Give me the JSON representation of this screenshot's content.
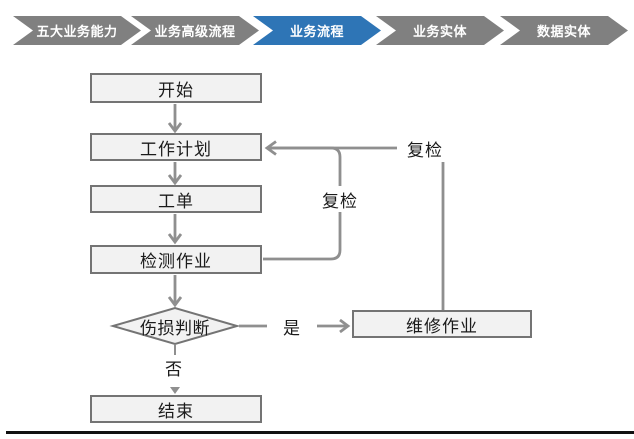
{
  "nav": {
    "active_color": "#2E75B6",
    "inactive_color": "#808080",
    "items": [
      {
        "label": "五大业务能力",
        "active": false
      },
      {
        "label": "业务高级流程",
        "active": false
      },
      {
        "label": "业务流程",
        "active": true
      },
      {
        "label": "业务实体",
        "active": false
      },
      {
        "label": "数据实体",
        "active": false
      }
    ]
  },
  "flowchart": {
    "nodes": [
      {
        "id": "start",
        "label": "开始",
        "type": "process"
      },
      {
        "id": "work-plan",
        "label": "工作计划",
        "type": "process"
      },
      {
        "id": "work-order",
        "label": "工单",
        "type": "process"
      },
      {
        "id": "inspection",
        "label": "检测作业",
        "type": "process"
      },
      {
        "id": "damage-decision",
        "label": "伤损判断",
        "type": "decision"
      },
      {
        "id": "repair",
        "label": "维修作业",
        "type": "process"
      },
      {
        "id": "end",
        "label": "结束",
        "type": "process"
      }
    ],
    "edges": [
      {
        "from": "start",
        "to": "work-plan",
        "label": ""
      },
      {
        "from": "work-plan",
        "to": "work-order",
        "label": ""
      },
      {
        "from": "work-order",
        "to": "inspection",
        "label": ""
      },
      {
        "from": "inspection",
        "to": "damage-decision",
        "label": ""
      },
      {
        "from": "damage-decision",
        "to": "repair",
        "label": "是"
      },
      {
        "from": "damage-decision",
        "to": "end",
        "label": "否"
      },
      {
        "from": "inspection",
        "to": "work-plan",
        "label": "复检"
      },
      {
        "from": "repair",
        "to": "work-plan",
        "label": "复检"
      }
    ],
    "colors": {
      "node_fill": "#f2f2f2",
      "node_border": "#747474",
      "line": "#8f8f8f"
    }
  }
}
